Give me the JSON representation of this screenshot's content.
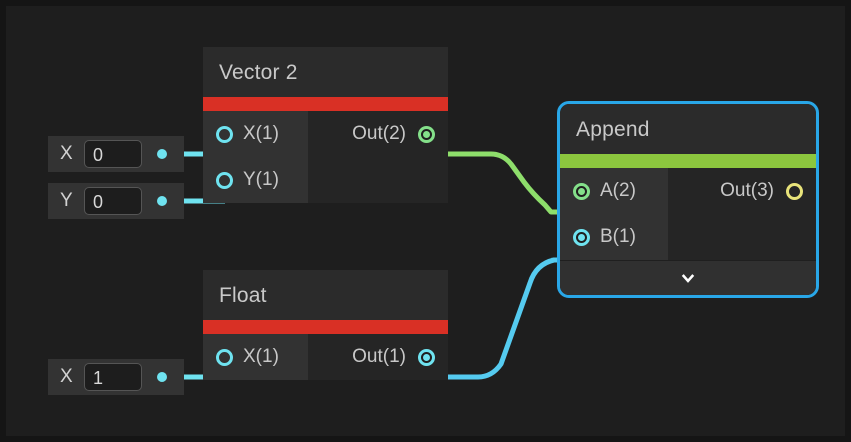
{
  "canvas": {
    "background": "#1e1e1e",
    "frame_color": "#151515"
  },
  "nodes": [
    {
      "id": "vector2",
      "title": "Vector 2",
      "accent_color": "#d93025",
      "selected": false,
      "inputs": [
        {
          "label": "X(1)",
          "color": "#6fe3f0",
          "connected": false
        },
        {
          "label": "Y(1)",
          "color": "#6fe3f0",
          "connected": false
        }
      ],
      "outputs": [
        {
          "label": "Out(2)",
          "color": "#84e08a",
          "connected": true
        }
      ]
    },
    {
      "id": "float",
      "title": "Float",
      "accent_color": "#d93025",
      "selected": false,
      "inputs": [
        {
          "label": "X(1)",
          "color": "#6fe3f0",
          "connected": false
        }
      ],
      "outputs": [
        {
          "label": "Out(1)",
          "color": "#6fe3f0",
          "connected": true
        }
      ]
    },
    {
      "id": "append",
      "title": "Append",
      "accent_color": "#8cc63e",
      "selected": true,
      "selection_color": "#29a7e8",
      "inputs": [
        {
          "label": "A(2)",
          "color": "#84e08a",
          "connected": true
        },
        {
          "label": "B(1)",
          "color": "#6fe3f0",
          "connected": true
        }
      ],
      "outputs": [
        {
          "label": "Out(3)",
          "color": "#e8e37a",
          "connected": false
        }
      ],
      "expander_icon": "chevron-down-icon"
    }
  ],
  "widgets": [
    {
      "id": "vec2-x",
      "label": "X",
      "value": "0",
      "dot_color": "#6fe3f0"
    },
    {
      "id": "vec2-y",
      "label": "Y",
      "value": "0",
      "dot_color": "#6fe3f0"
    },
    {
      "id": "float-x",
      "label": "X",
      "value": "1",
      "dot_color": "#6fe3f0"
    }
  ],
  "wires": [
    {
      "id": "vec2-x-wire",
      "color": "#6fe3f0"
    },
    {
      "id": "vec2-y-wire",
      "color": "#6fe3f0"
    },
    {
      "id": "float-x-wire",
      "color": "#6fe3f0"
    },
    {
      "id": "vec2-out-to-append-a",
      "color": "#8ede6b"
    },
    {
      "id": "float-out-to-append-b",
      "color": "#55cbf0"
    }
  ]
}
